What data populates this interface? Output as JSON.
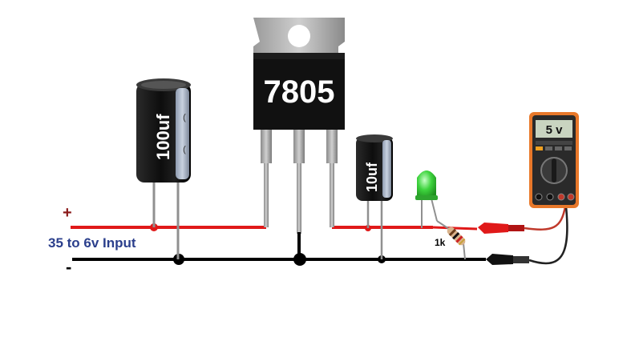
{
  "labels": {
    "plus": "+",
    "minus": "-",
    "input": "35 to 6v Input",
    "regulator": "7805",
    "cap_large": "100uf",
    "cap_small": "10uf",
    "resistor": "1k",
    "meter_reading": "5 v"
  },
  "colors": {
    "positive_rail": "#e01919",
    "ground_rail": "#000000",
    "input_label": "#2b3f8c",
    "plus_sign": "#8b1a1a",
    "led": "#3ed43e",
    "meter_body": "#e8782a"
  }
}
